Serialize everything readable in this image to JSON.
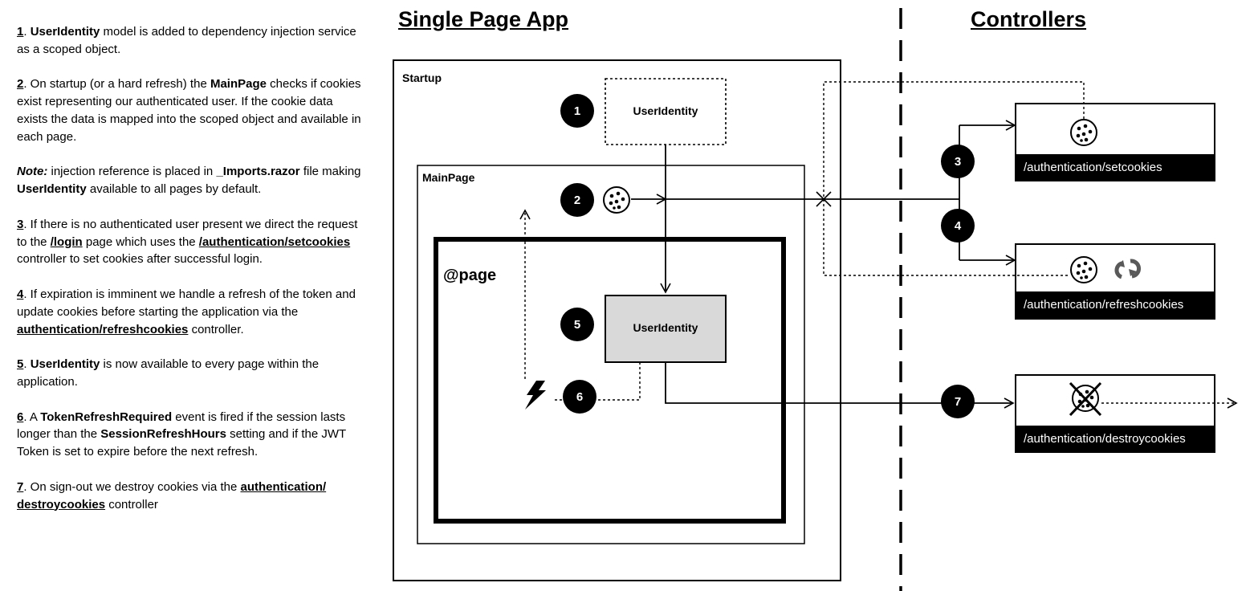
{
  "notes": {
    "n1": {
      "num": "1",
      "b1": "UserIdentity",
      "t1": " model is added to dependency injection service as a scoped object."
    },
    "n2": {
      "num": "2",
      "t1": " On startup (or a hard refresh) the ",
      "b1": "MainPage",
      "t2": " checks if cookies exist representing our authenticated user. If the cookie data exists the data is mapped into the scoped object and available in each page."
    },
    "note": {
      "label": "Note:",
      "t1": " injection reference is placed in ",
      "b1": "_Imports.razor",
      "t2": " file making ",
      "b2": "UserIdentity",
      "t3": " available to all pages by default."
    },
    "n3": {
      "num": "3",
      "t1": " If there is no authenticated user present we direct the request to the ",
      "b1": "/login",
      "t2": " page which uses the ",
      "b2": "/authentication/setcookies",
      "t3": " controller to set cookies after successful login."
    },
    "n4": {
      "num": "4",
      "t1": " If expiration is imminent we handle a refresh of the token and update cookies before starting the application via the ",
      "b1": "authentication/refreshcookies",
      "t2": " controller."
    },
    "n5": {
      "num": "5",
      "b1": "UserIdentity",
      "t1": " is now available to every page within the application."
    },
    "n6": {
      "num": "6",
      "t1": " A ",
      "b1": "TokenRefreshRequired",
      "t2": " event is fired if the session lasts longer than the ",
      "b2": "SessionRefreshHours",
      "t3": " setting and if the JWT Token is set to expire before the next refresh."
    },
    "n7": {
      "num": "7",
      "t1": " On sign-out we destroy cookies via the ",
      "b1": "authentication/ destroycookies",
      "t2": " controller"
    }
  },
  "diagram": {
    "spa_title": "Single Page App",
    "controllers_title": "Controllers",
    "startup_label": "Startup",
    "mainpage_label": "MainPage",
    "page_label": "@page",
    "useridentity_top": "UserIdentity",
    "useridentity_inner": "UserIdentity",
    "step_markers": [
      "1",
      "2",
      "3",
      "4",
      "5",
      "6",
      "7"
    ],
    "endpoints": {
      "setcookies": "/authentication/setcookies",
      "refreshcookies": "/authentication/refreshcookies",
      "destroycookies": "/authentication/destroycookies"
    }
  },
  "colors": {
    "line": "#000000",
    "box_fill": "#d9d9d9",
    "refresh_icon": "#595959"
  }
}
